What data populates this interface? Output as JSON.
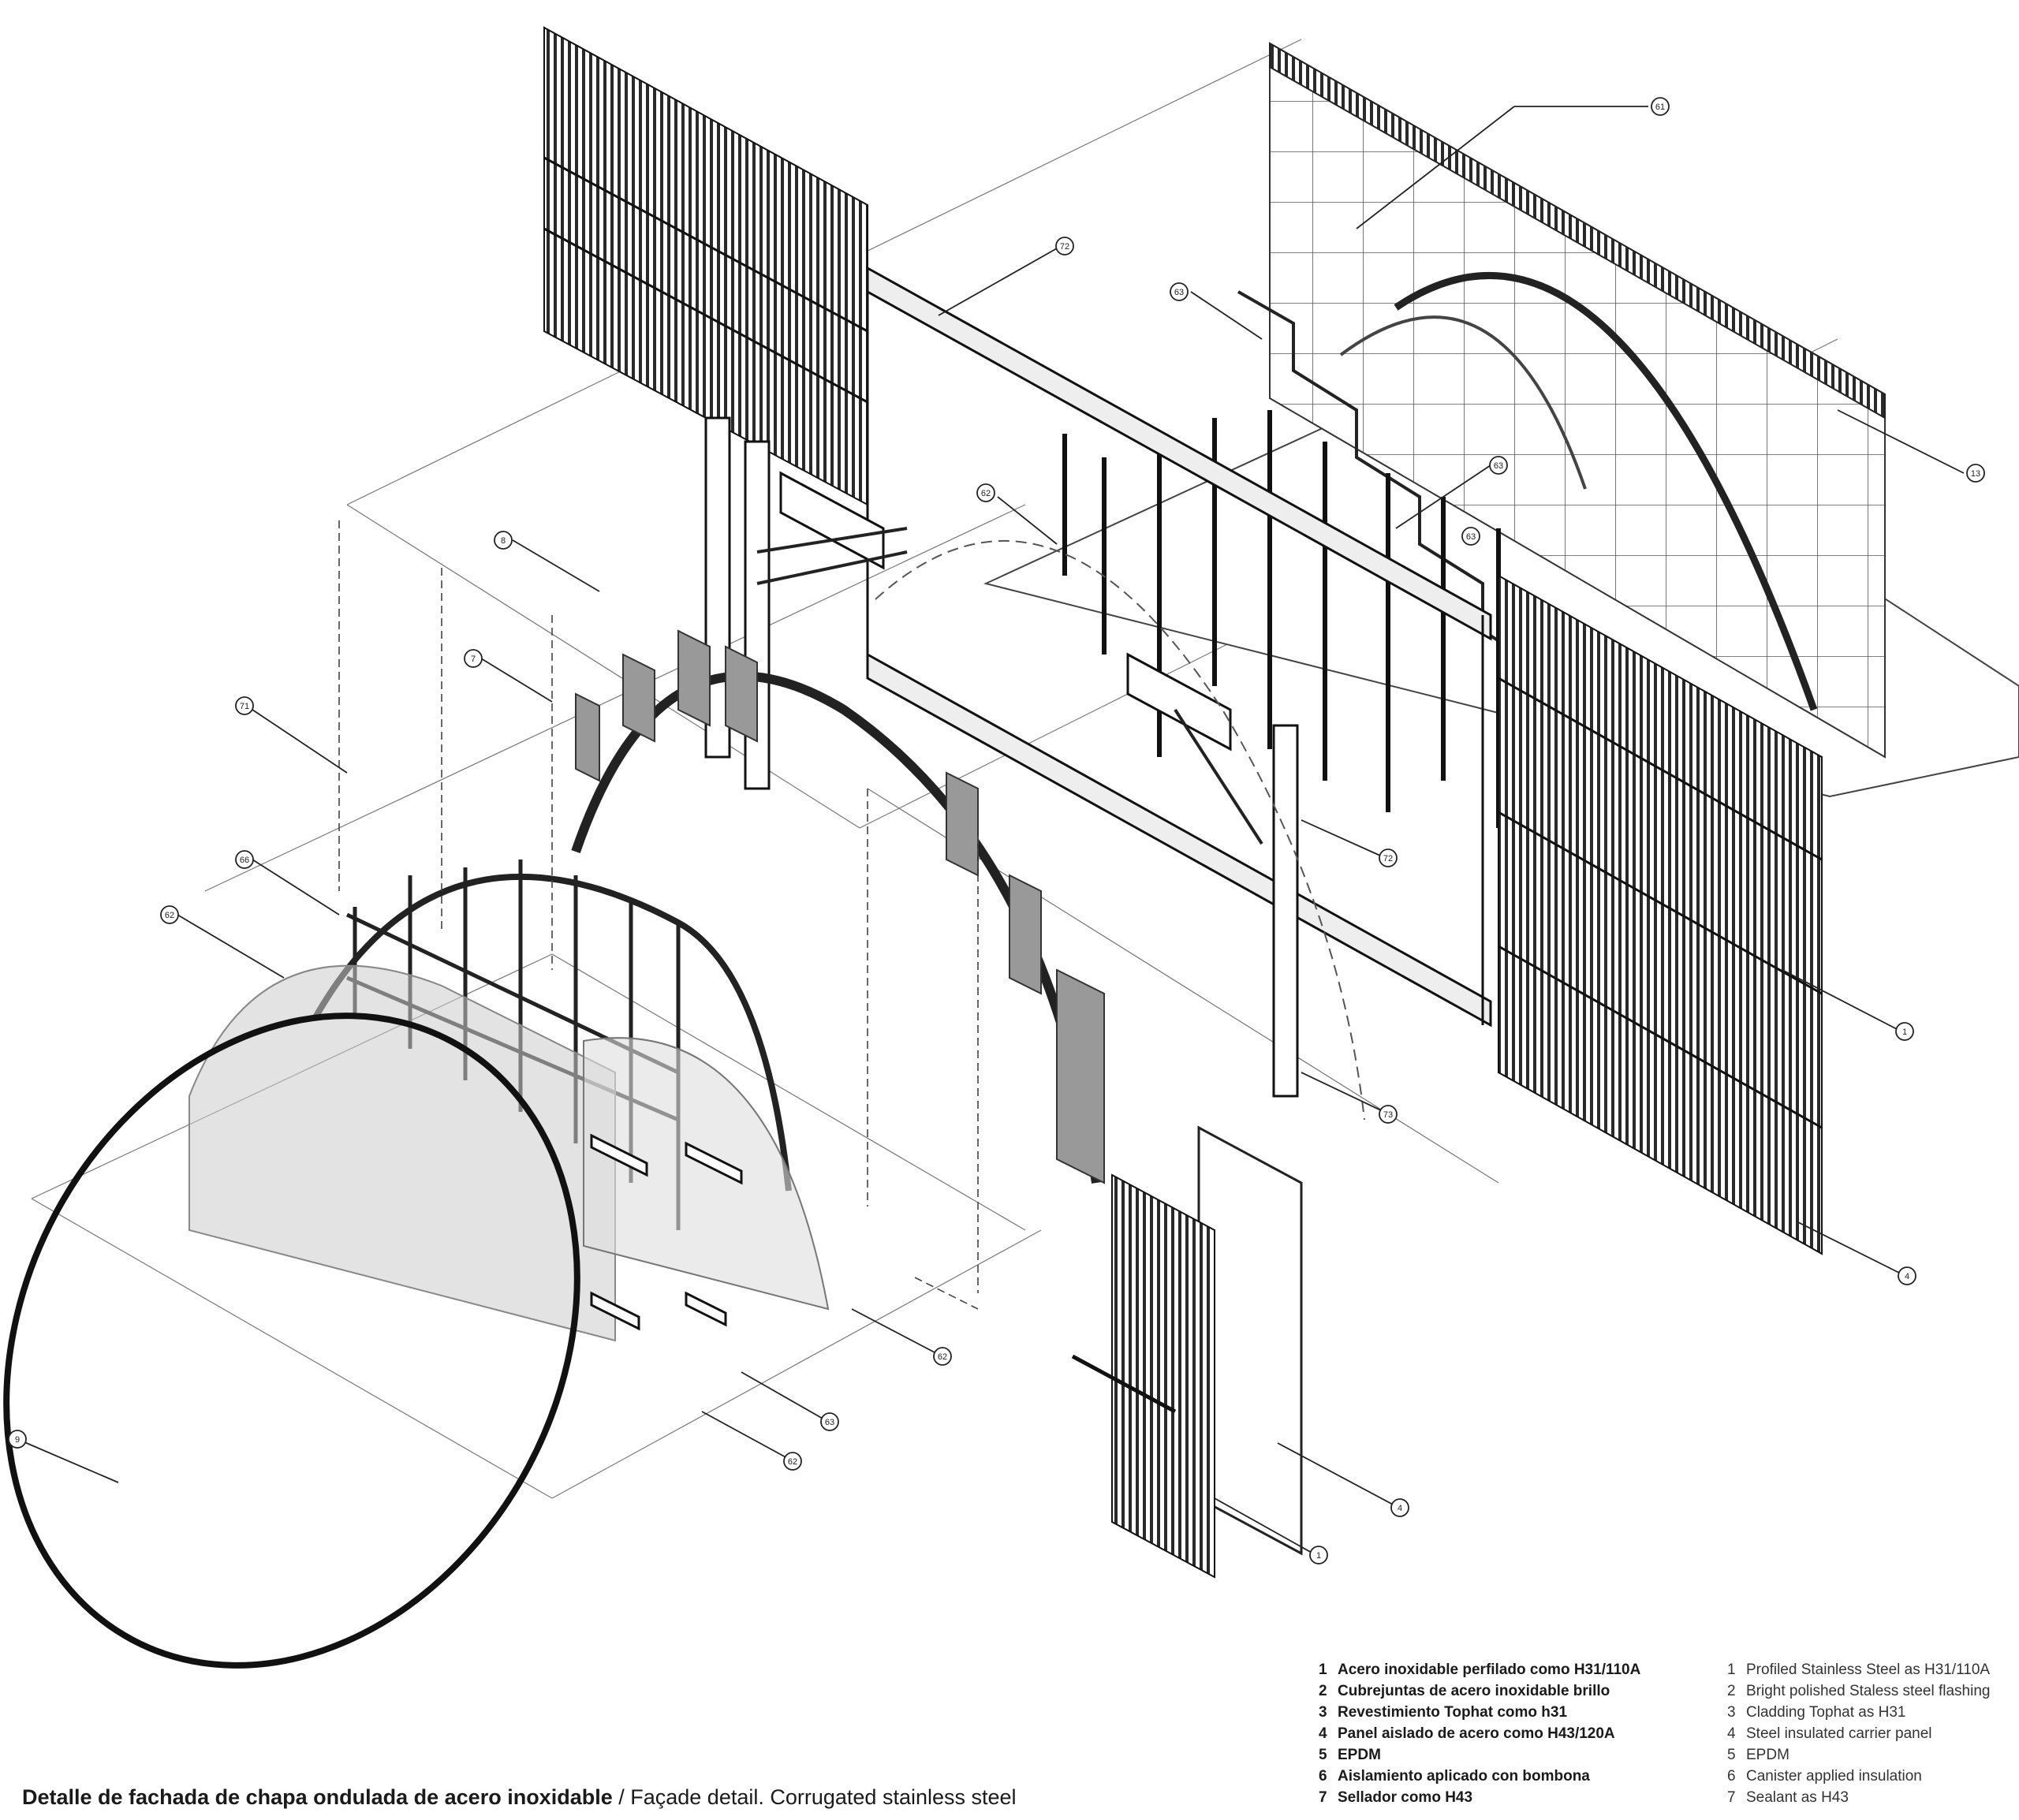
{
  "caption": {
    "spanish": "Detalle de fachada de chapa ondulada de acero inoxidable",
    "separator": " / ",
    "english": "Façade detail. Corrugated stainless steel"
  },
  "legend_es": [
    {
      "num": "1",
      "text": "Acero inoxidable perfilado como H31/110A"
    },
    {
      "num": "2",
      "text": "Cubrejuntas de acero inoxidable brillo"
    },
    {
      "num": "3",
      "text": "Revestimiento Tophat como h31"
    },
    {
      "num": "4",
      "text": "Panel aislado de acero como H43/120A"
    },
    {
      "num": "5",
      "text": "EPDM"
    },
    {
      "num": "6",
      "text": "Aislamiento aplicado con bombona"
    },
    {
      "num": "7",
      "text": "Sellador como H43"
    }
  ],
  "legend_en": [
    {
      "num": "1",
      "text": "Profiled Stainless Steel as H31/110A"
    },
    {
      "num": "2",
      "text": "Bright polished Staless steel flashing"
    },
    {
      "num": "3",
      "text": "Cladding Tophat as H31"
    },
    {
      "num": "4",
      "text": "Steel insulated carrier panel"
    },
    {
      "num": "5",
      "text": "EPDM"
    },
    {
      "num": "6",
      "text": "Canister applied insulation"
    },
    {
      "num": "7",
      "text": "Sealant as H43"
    }
  ],
  "callouts": [
    "1",
    "1",
    "4",
    "1",
    "4",
    "9",
    "62",
    "63",
    "62",
    "63",
    "66",
    "62",
    "71",
    "72",
    "73",
    "8",
    "7",
    "62",
    "63",
    "63",
    "63",
    "72",
    "61",
    "13"
  ]
}
